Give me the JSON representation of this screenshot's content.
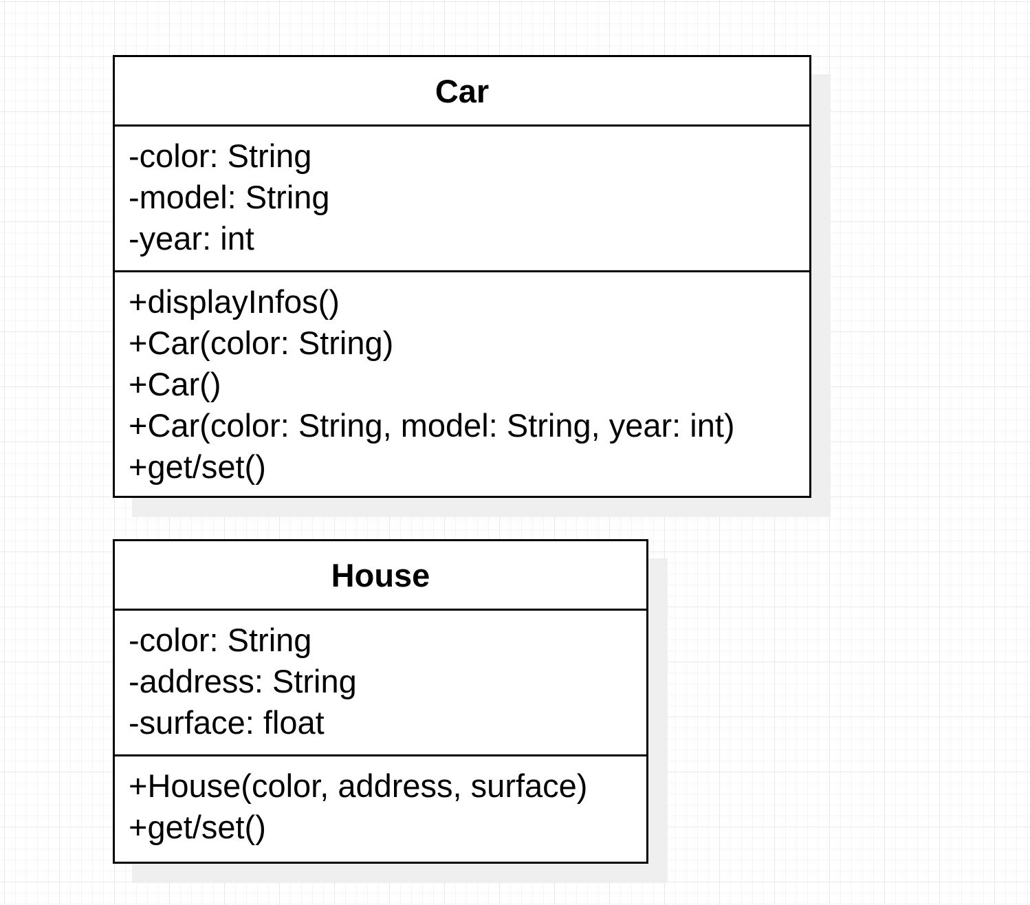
{
  "classes": [
    {
      "name": "Car",
      "attributes": [
        "-color: String",
        "-model: String",
        "-year: int"
      ],
      "methods": [
        "+displayInfos()",
        "+Car(color: String)",
        "+Car()",
        "+Car(color: String, model: String, year: int)",
        "+get/set()"
      ]
    },
    {
      "name": "House",
      "attributes": [
        "-color: String",
        "-address: String",
        "-surface: float"
      ],
      "methods": [
        "+House(color, address, surface)",
        "+get/set()"
      ]
    }
  ]
}
